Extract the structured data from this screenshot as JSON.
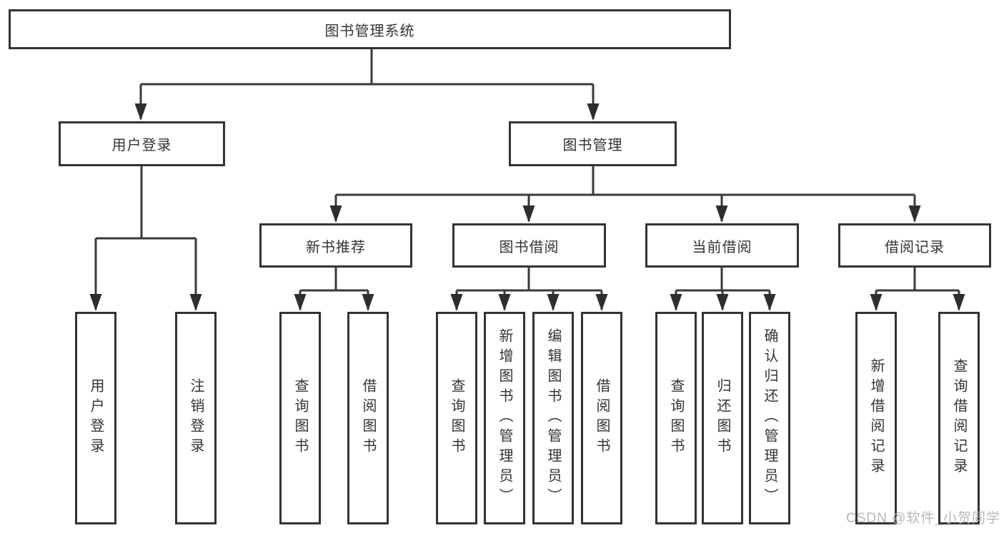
{
  "diagram": {
    "title": "图书管理系统",
    "watermark": "CSDN @软件_小贺同学",
    "colors": {
      "line": "#3a3a3a",
      "box_border": "#333333",
      "text": "#333333",
      "watermark_text": "#b4b4b4",
      "background": "#ffffff"
    },
    "nodes": [
      {
        "id": "root",
        "label": "图书管理系统",
        "parent": null
      },
      {
        "id": "user-login",
        "label": "用户登录",
        "parent": "root"
      },
      {
        "id": "book-management",
        "label": "图书管理",
        "parent": "root"
      },
      {
        "id": "new-book-recommend",
        "label": "新书推荐",
        "parent": "book-management"
      },
      {
        "id": "book-borrowing",
        "label": "图书借阅",
        "parent": "book-management"
      },
      {
        "id": "current-borrowing",
        "label": "当前借阅",
        "parent": "book-management"
      },
      {
        "id": "borrowing-records",
        "label": "借阅记录",
        "parent": "book-management"
      },
      {
        "id": "user-login-leaf",
        "label": "用户登录",
        "parent": "user-login"
      },
      {
        "id": "logout",
        "label": "注销登录",
        "parent": "user-login"
      },
      {
        "id": "query-books-1",
        "label": "查询图书",
        "parent": "new-book-recommend"
      },
      {
        "id": "borrow-books-1",
        "label": "借阅图书",
        "parent": "new-book-recommend"
      },
      {
        "id": "query-books-2",
        "label": "查询图书",
        "parent": "book-borrowing"
      },
      {
        "id": "add-books-admin",
        "label": "新增图书（管理员）",
        "parent": "book-borrowing"
      },
      {
        "id": "edit-books-admin",
        "label": "编辑图书（管理员）",
        "parent": "book-borrowing"
      },
      {
        "id": "borrow-books-2",
        "label": "借阅图书",
        "parent": "book-borrowing"
      },
      {
        "id": "query-books-3",
        "label": "查询图书",
        "parent": "current-borrowing"
      },
      {
        "id": "return-books",
        "label": "归还图书",
        "parent": "current-borrowing"
      },
      {
        "id": "confirm-return-admin",
        "label": "确认归还（管理员）",
        "parent": "current-borrowing"
      },
      {
        "id": "add-borrow-record",
        "label": "新增借阅记录",
        "parent": "borrowing-records"
      },
      {
        "id": "query-borrow-record",
        "label": "查询借阅记录",
        "parent": "borrowing-records"
      }
    ]
  }
}
